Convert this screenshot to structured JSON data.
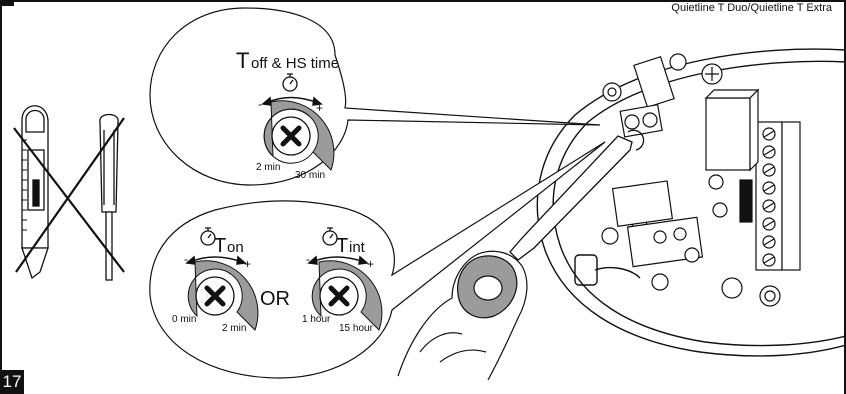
{
  "header": {
    "title": "Quietline T Duo/Quietline T Extra"
  },
  "step": {
    "number": "17"
  },
  "callout_top": {
    "title_prefix": "T",
    "title_suffix": "off & HS time",
    "minus": "-",
    "plus": "+",
    "min_label": "2 min",
    "max_label": "30 min"
  },
  "callout_bottom": {
    "left": {
      "prefix": "T",
      "suffix": "on",
      "minus": "-",
      "plus": "+",
      "min_label": "0 min",
      "max_label": "2 min"
    },
    "or_label": "OR",
    "right": {
      "prefix": "T",
      "suffix": "int",
      "minus": "-",
      "plus": "+",
      "min_label": "1 hour",
      "max_label": "15 hour"
    }
  },
  "colors": {
    "ink": "#111111",
    "dial_fill": "#9b9b9b",
    "background": "#ffffff"
  },
  "icons": [
    "stopwatch-icon",
    "rotate-arrow-icon",
    "cross-icon",
    "knife-icon",
    "screwdriver-icon",
    "wrench-icon"
  ]
}
